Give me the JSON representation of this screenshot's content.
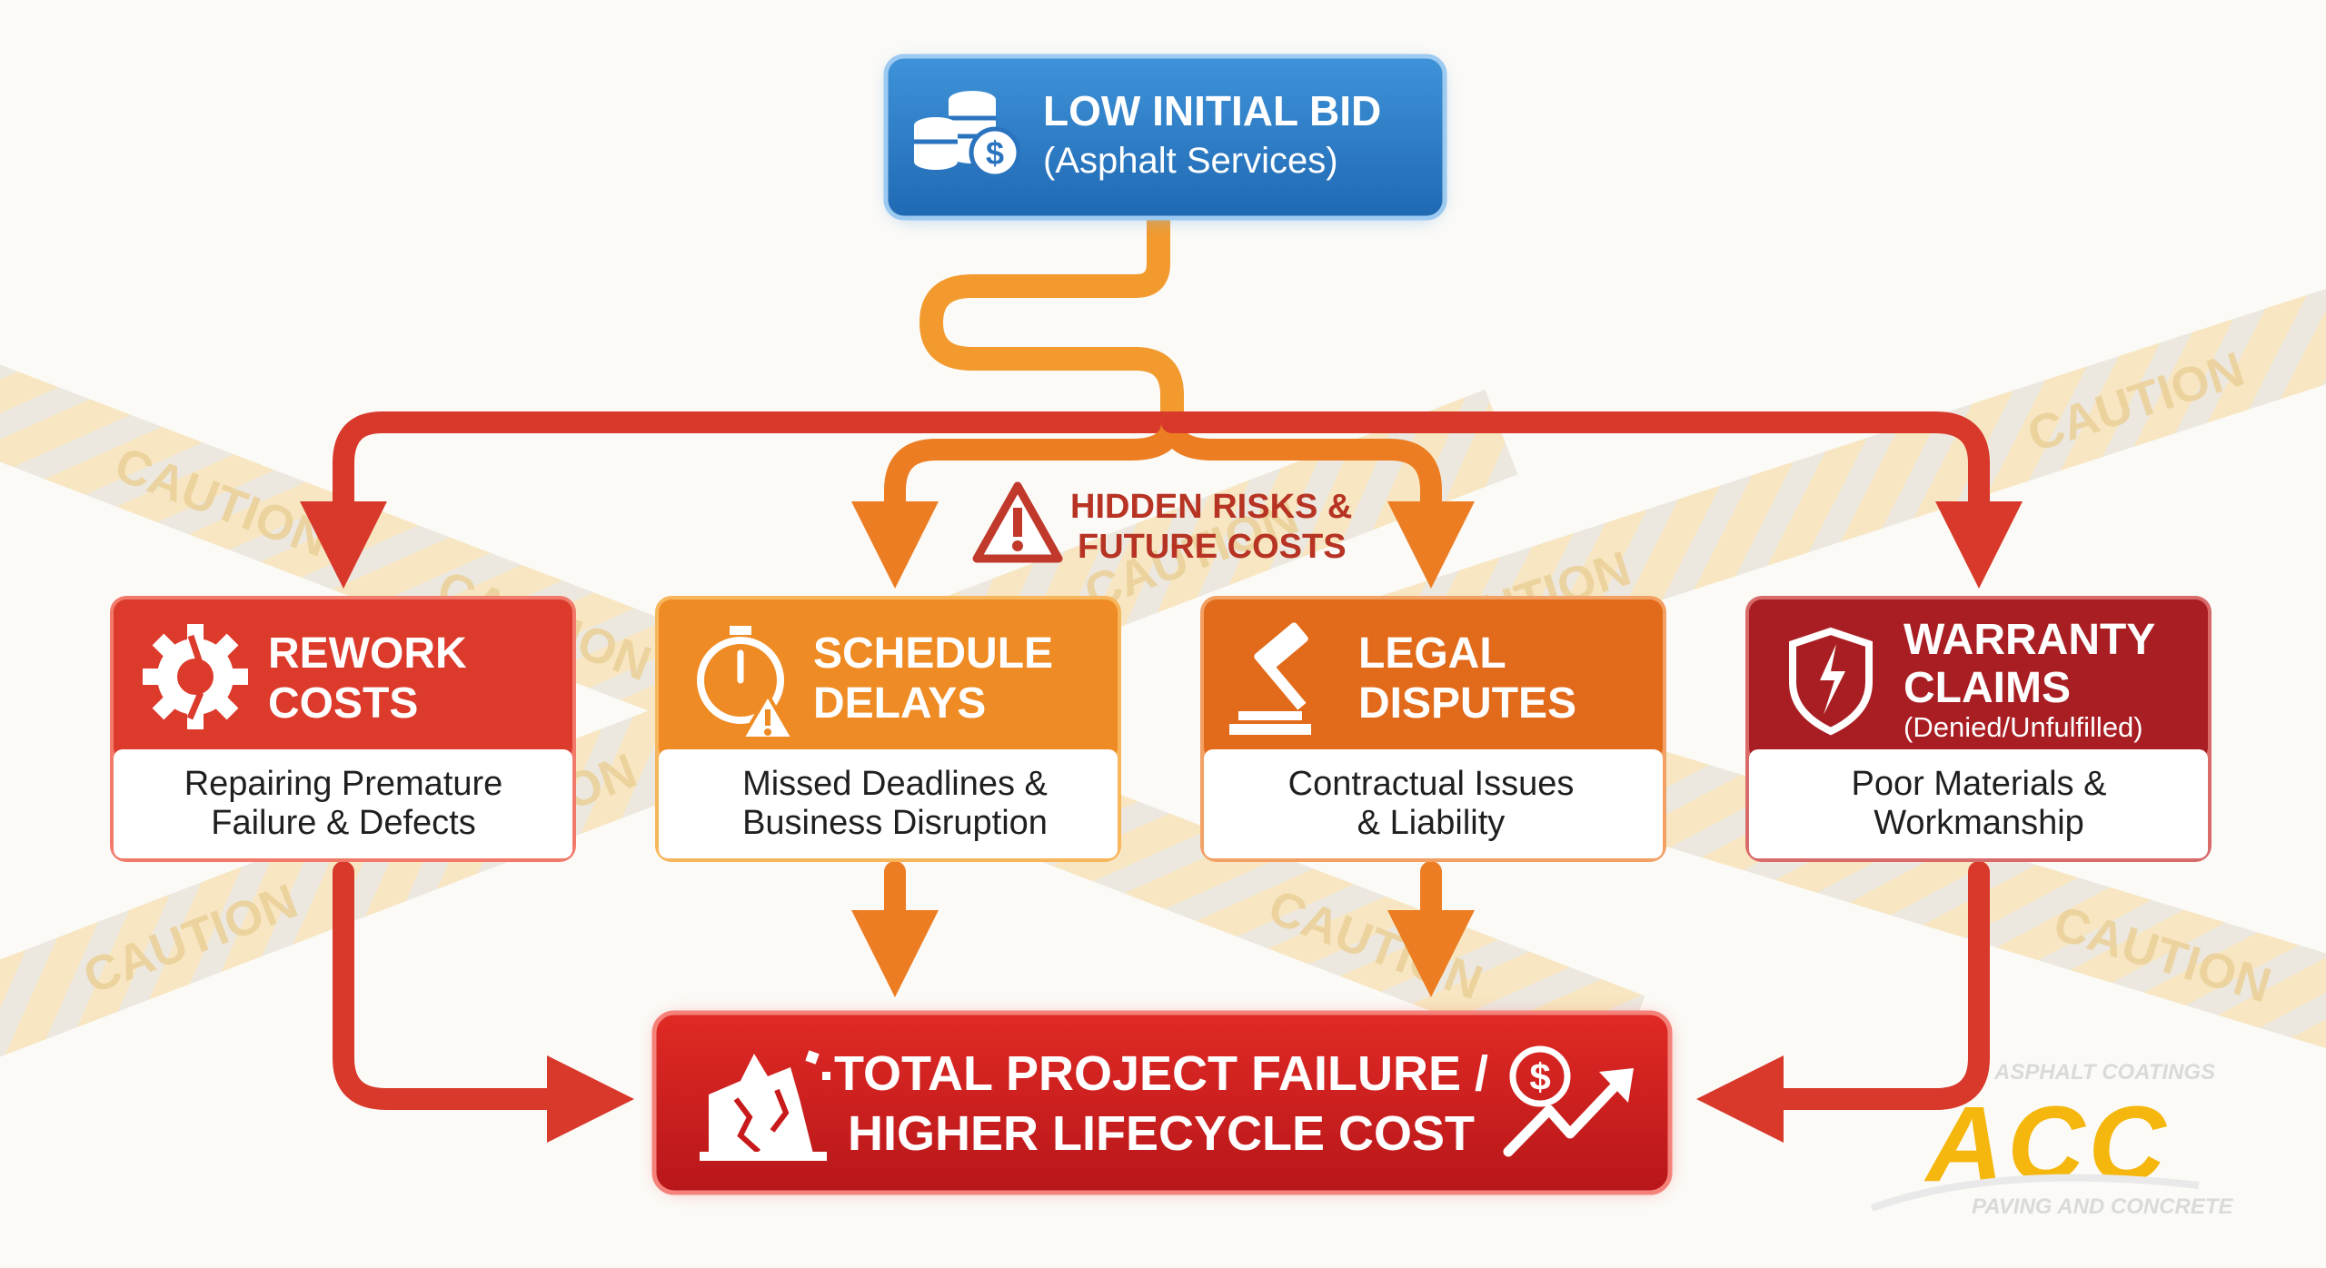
{
  "top_box": {
    "title": "LOW INITIAL BID",
    "subtitle": "(Asphalt Services)",
    "icon": "coins-dollar-icon",
    "color": "#2f7cc4"
  },
  "hidden_risks": {
    "line1": "HIDDEN RISKS &",
    "line2": "FUTURE COSTS",
    "icon": "warning-triangle-icon",
    "color": "#c0392b"
  },
  "caution_tape": {
    "label": "CAUTION",
    "icon": "warning-triangle-icon",
    "color": "#f4d9a3"
  },
  "boxes": [
    {
      "id": "rework",
      "title1": "REWORK",
      "title2": "COSTS",
      "subtitle": "",
      "desc1": "Repairing Premature",
      "desc2": "Failure & Defects",
      "icon": "broken-gear-icon",
      "color": "#d63a2a"
    },
    {
      "id": "schedule",
      "title1": "SCHEDULE",
      "title2": "DELAYS",
      "subtitle": "",
      "desc1": "Missed Deadlines &",
      "desc2": "Business Disruption",
      "icon": "stopwatch-warning-icon",
      "color": "#ec8a22"
    },
    {
      "id": "legal",
      "title1": "LEGAL",
      "title2": "DISPUTES",
      "subtitle": "",
      "desc1": "Contractual Issues",
      "desc2": "& Liability",
      "icon": "gavel-icon",
      "color": "#df6a18"
    },
    {
      "id": "warranty",
      "title1": "WARRANTY",
      "title2": "CLAIMS",
      "subtitle": "(Denied/Unfulfilled)",
      "desc1": "Poor Materials &",
      "desc2": "Workmanship",
      "icon": "broken-shield-icon",
      "color": "#a81e22"
    }
  ],
  "bottom_box": {
    "line1": "TOTAL PROJECT FAILURE /",
    "line2": "HIGHER LIFECYCLE COST",
    "left_icon": "crumbling-wall-icon",
    "right_icon": "dollar-rising-arrow-icon",
    "color": "#c81a1a"
  },
  "logo": {
    "top_text": "ASPHALT COATINGS",
    "brand": "ACC",
    "bottom_text": "PAVING AND CONCRETE",
    "color": "#f5b400"
  }
}
